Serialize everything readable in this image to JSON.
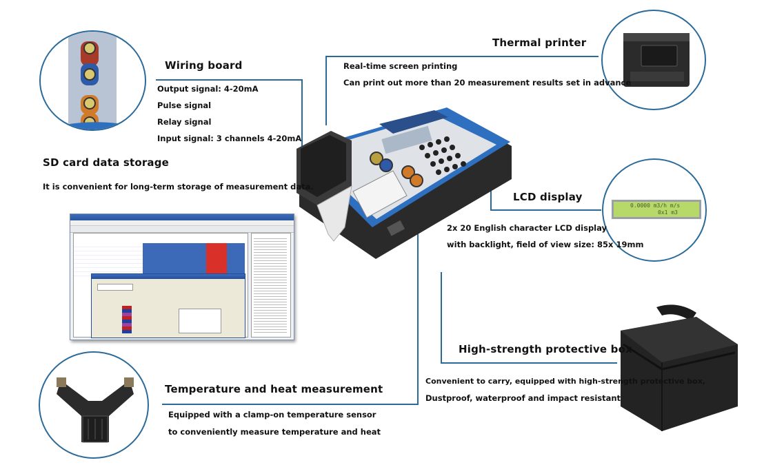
{
  "wiring_board": {
    "title": "Wiring board",
    "items": [
      "Output signal: 4-20mA",
      "Pulse signal",
      "Relay signal",
      "Input signal: 3 channels 4-20mA"
    ]
  },
  "sd_card": {
    "title": "SD card data storage",
    "desc": "It is convenient for long-term storage of measurement data."
  },
  "thermal_printer": {
    "title": "Thermal printer",
    "items": [
      "Real-time screen printing",
      "Can print out more than 20 measurement results set in advance"
    ]
  },
  "lcd_display": {
    "title": "LCD display",
    "items": [
      "2x 20 English character LCD display",
      "with backlight, field of view size: 85x 19mm"
    ],
    "screen_line1": "0.0000 m3/h m/s",
    "screen_line2": "0x1 m3"
  },
  "protective_box": {
    "title": "High-strength protective box",
    "items": [
      "Convenient to carry, equipped with high-strength protective box,",
      "Dustproof, waterproof and impact resistant"
    ]
  },
  "temperature": {
    "title": "Temperature and heat measurement",
    "items": [
      "Equipped with a clamp-on temperature sensor",
      "to conveniently measure temperature and heat"
    ]
  },
  "colors": {
    "callout_line": "#2a6a9a",
    "device_blue": "#2f6fc0",
    "lcd_green": "#b7d96a"
  }
}
